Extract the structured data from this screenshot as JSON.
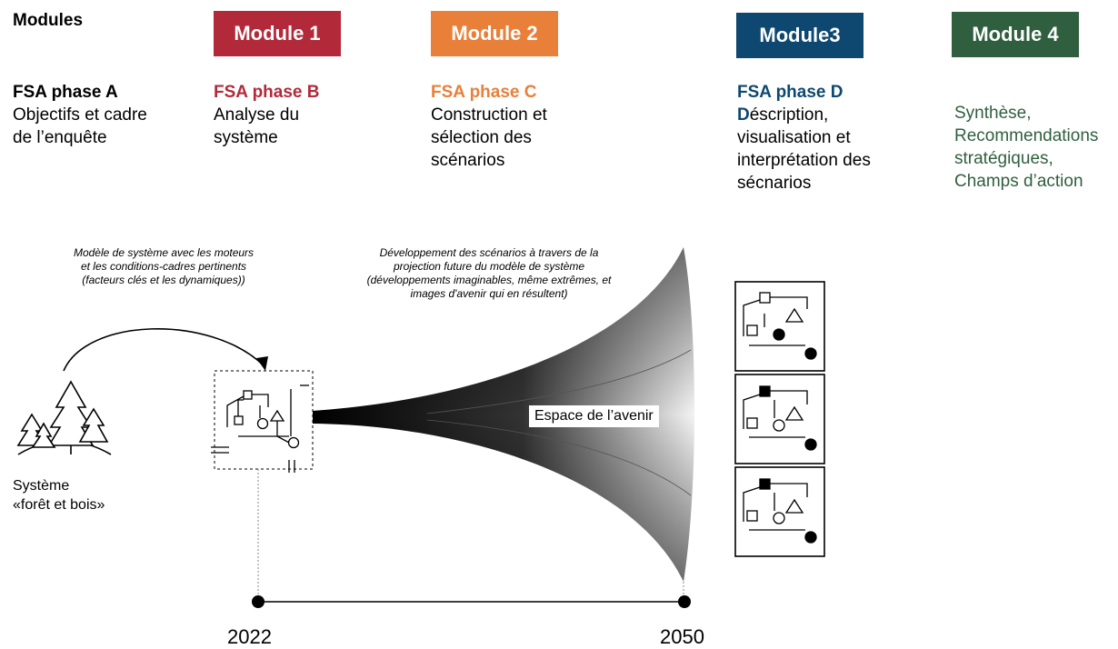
{
  "header": {
    "modules_label": "Modules"
  },
  "modules": [
    {
      "label": "Module 1",
      "color": "#b22a3a"
    },
    {
      "label": "Module 2",
      "color": "#e8803a"
    },
    {
      "label": "Module3",
      "color": "#0e4870"
    },
    {
      "label": "Module 4",
      "color": "#2f5f3e"
    }
  ],
  "phases": [
    {
      "title": "FSA phase A",
      "title_color": "#000000",
      "desc": "Objectifs et cadre\nde l’enquête"
    },
    {
      "title": "FSA phase B",
      "title_color": "#b22a3a",
      "desc": "Analyse du\nsystème"
    },
    {
      "title": "FSA phase C",
      "title_color": "#e8803a",
      "desc": "Construction et\nsélection des\nscénarios"
    },
    {
      "title": "FSA phase D",
      "title_color": "#0e4870",
      "desc_first": "D",
      "desc": "éscription,\nvisualisation et\ninterprétation des\nsécnarios"
    }
  ],
  "module4_desc": "Synthèse,\nRecommendations\nstratégiques,\nChamps d’action",
  "module4_color": "#2f5f3e",
  "notes": {
    "system_model": "Modèle de système avec les moteurs\net les conditions-cadres pertinents\n(facteurs clés et les dynamiques))",
    "scenario_dev": "Développement des scénarios à travers de la\nprojection future du modèle de système\n(développements imaginables, même extrêmes, et\nimages d'avenir qui en résultent)"
  },
  "system_label": "Système\n«forêt et bois»",
  "future_space_label": "Espace de l’avenir",
  "timeline": {
    "start": "2022",
    "end": "2050"
  },
  "icons": [
    "forest-icon",
    "system-model-icon",
    "scenario-icon"
  ]
}
